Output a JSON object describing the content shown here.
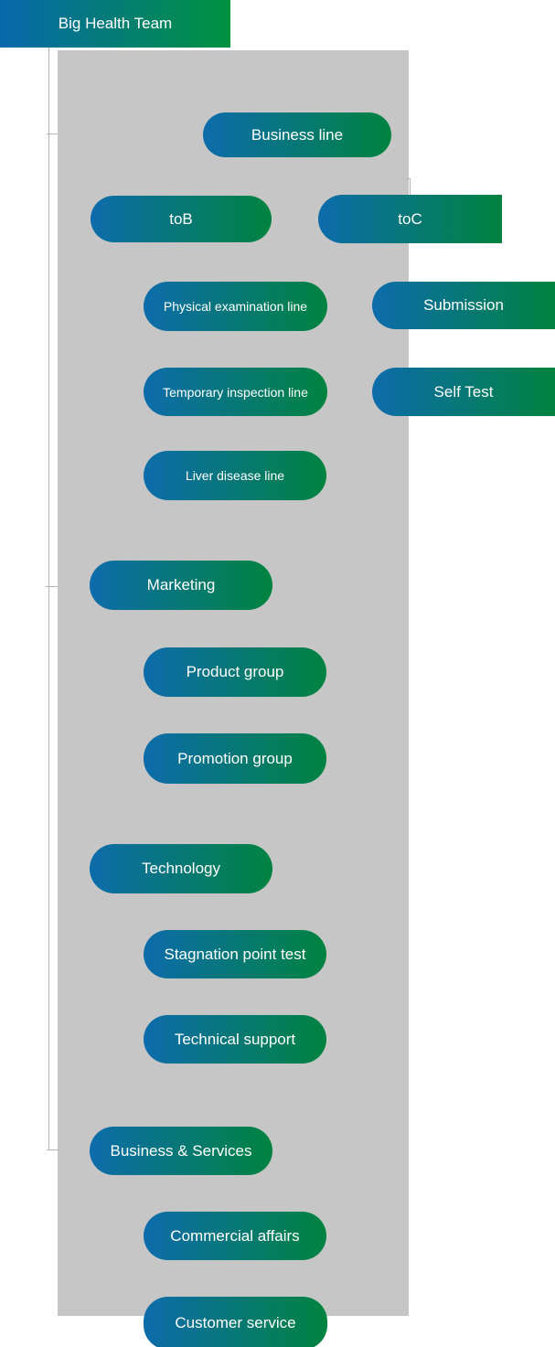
{
  "title": "Big Health Team",
  "colors": {
    "node_gradient_start": "#0d6cab",
    "node_gradient_end": "#00833f",
    "header_gradient_start": "#0868ac",
    "header_gradient_end": "#00923f",
    "panel_background": "#c6c6c6",
    "connector_line": "#b3b3b3",
    "node_text": "#ffffff"
  },
  "nodes": {
    "root": {
      "label": "Big Health Team"
    },
    "business_line": {
      "label": "Business line"
    },
    "tob": {
      "label": "toB"
    },
    "toc": {
      "label": "toC"
    },
    "physical_examination": {
      "label": "Physical examination line"
    },
    "submission": {
      "label": "Submission"
    },
    "temporary_inspection": {
      "label": "Temporary inspection line"
    },
    "self_test": {
      "label": "Self Test"
    },
    "liver_disease": {
      "label": "Liver disease line"
    },
    "marketing": {
      "label": "Marketing"
    },
    "product_group": {
      "label": "Product group"
    },
    "promotion_group": {
      "label": "Promotion group"
    },
    "technology": {
      "label": "Technology"
    },
    "stagnation_point_test": {
      "label": "Stagnation point test"
    },
    "technical_support": {
      "label": "Technical support"
    },
    "business_services": {
      "label": "Business & Services"
    },
    "commercial_affairs": {
      "label": "Commercial affairs"
    },
    "customer_service": {
      "label": "Customer service"
    }
  }
}
